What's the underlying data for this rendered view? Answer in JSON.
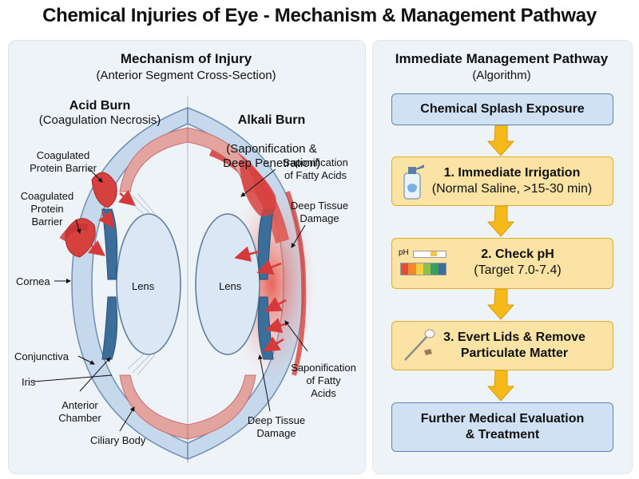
{
  "title": "Chemical Injuries of Eye - Mechanism & Management Pathway",
  "mechanism": {
    "title": "Mechanism of Injury",
    "subtitle": "(Anterior Segment Cross-Section)",
    "acid": {
      "title": "Acid Burn",
      "subtitle": "(Coagulation Necrosis)",
      "labels": {
        "barrier1": "Coagulated\nProtein Barrier",
        "barrier2": "Coagulated\nProtein\nBarrier",
        "cornea": "Cornea",
        "lens": "Lens",
        "conjunctiva": "Conjunctiva",
        "iris": "Iris",
        "anterior_chamber": "Anterior\nChamber",
        "ciliary_body": "Ciliary Body"
      }
    },
    "alkali": {
      "title": "Alkali Burn",
      "subtitle": "(Saponification &\nDeep Penetration)",
      "labels": {
        "sapon1": "Saponification\nof Fatty Acids",
        "deep1": "Deep Tissue\nDamage",
        "lens": "Lens",
        "sapon2": "Saponification\nof Fatty\nAcids",
        "deep2": "Deep Tissue\nDamage"
      }
    }
  },
  "management": {
    "title": "Immediate Management Pathway",
    "subtitle": "(Algorithm)",
    "steps": [
      {
        "title": "Chemical Splash Exposure",
        "detail": ""
      },
      {
        "title": "1. Immediate Irrigation",
        "detail": "(Normal Saline, >15-30 min)"
      },
      {
        "title": "2. Check pH",
        "detail": "(Target 7.0-7.4)",
        "icon_text": "pH"
      },
      {
        "title": "3. Evert Lids & Remove",
        "detail": "Particulate Matter"
      },
      {
        "title": "Further Medical Evaluation",
        "detail": "& Treatment"
      }
    ],
    "colors": {
      "start_end": "#cfe1f3",
      "steps": "#fbe3a5",
      "arrow": "#f5b91a"
    }
  }
}
